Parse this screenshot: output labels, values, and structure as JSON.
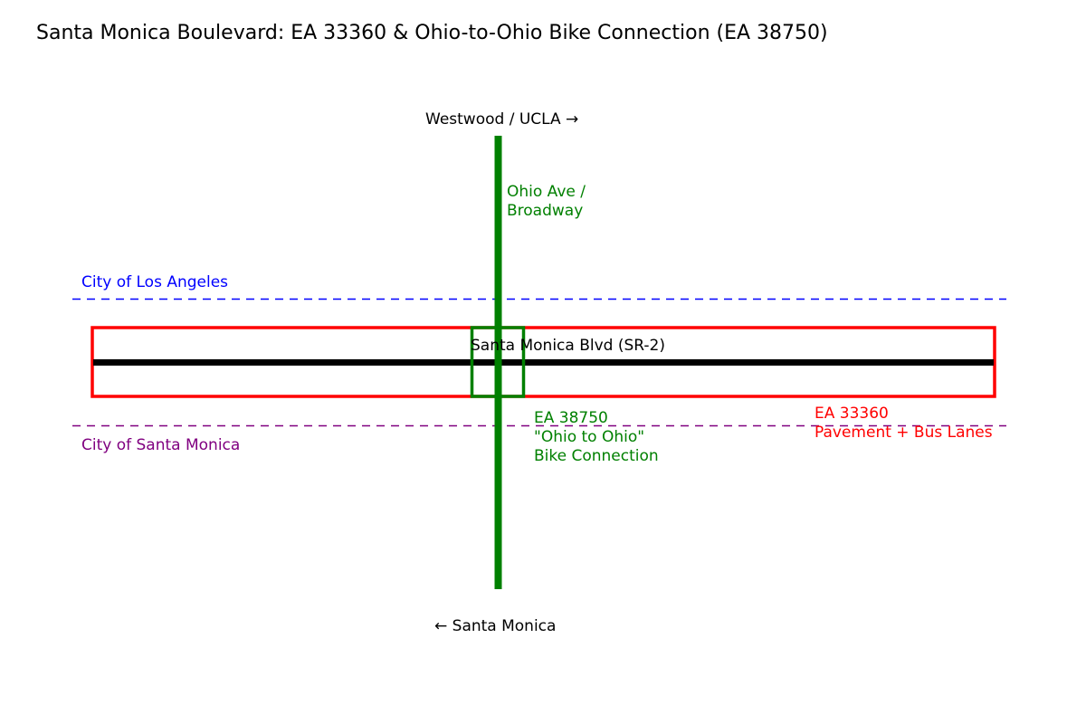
{
  "title": "Santa Monica Boulevard: EA 33360 & Ohio-to-Ohio Bike Connection (EA 38750)",
  "labels": {
    "north": "Westwood / UCLA →",
    "south": "← Santa Monica",
    "cross_street_1": "Ohio Ave /",
    "cross_street_2": "Broadway",
    "la_boundary": "City of Los Angeles",
    "sm_boundary": "City of Santa Monica",
    "road": "Santa Monica Blvd (SR-2)",
    "bike_1": "EA 38750",
    "bike_2": "\"Ohio to Ohio\"",
    "bike_3": "Bike Connection",
    "pave_1": "EA 33360",
    "pave_2": "Pavement + Bus Lanes"
  },
  "colors": {
    "la": "#0000ff",
    "sm": "#800080",
    "project": "#ff0000",
    "bike": "#008000",
    "road": "#000000"
  }
}
